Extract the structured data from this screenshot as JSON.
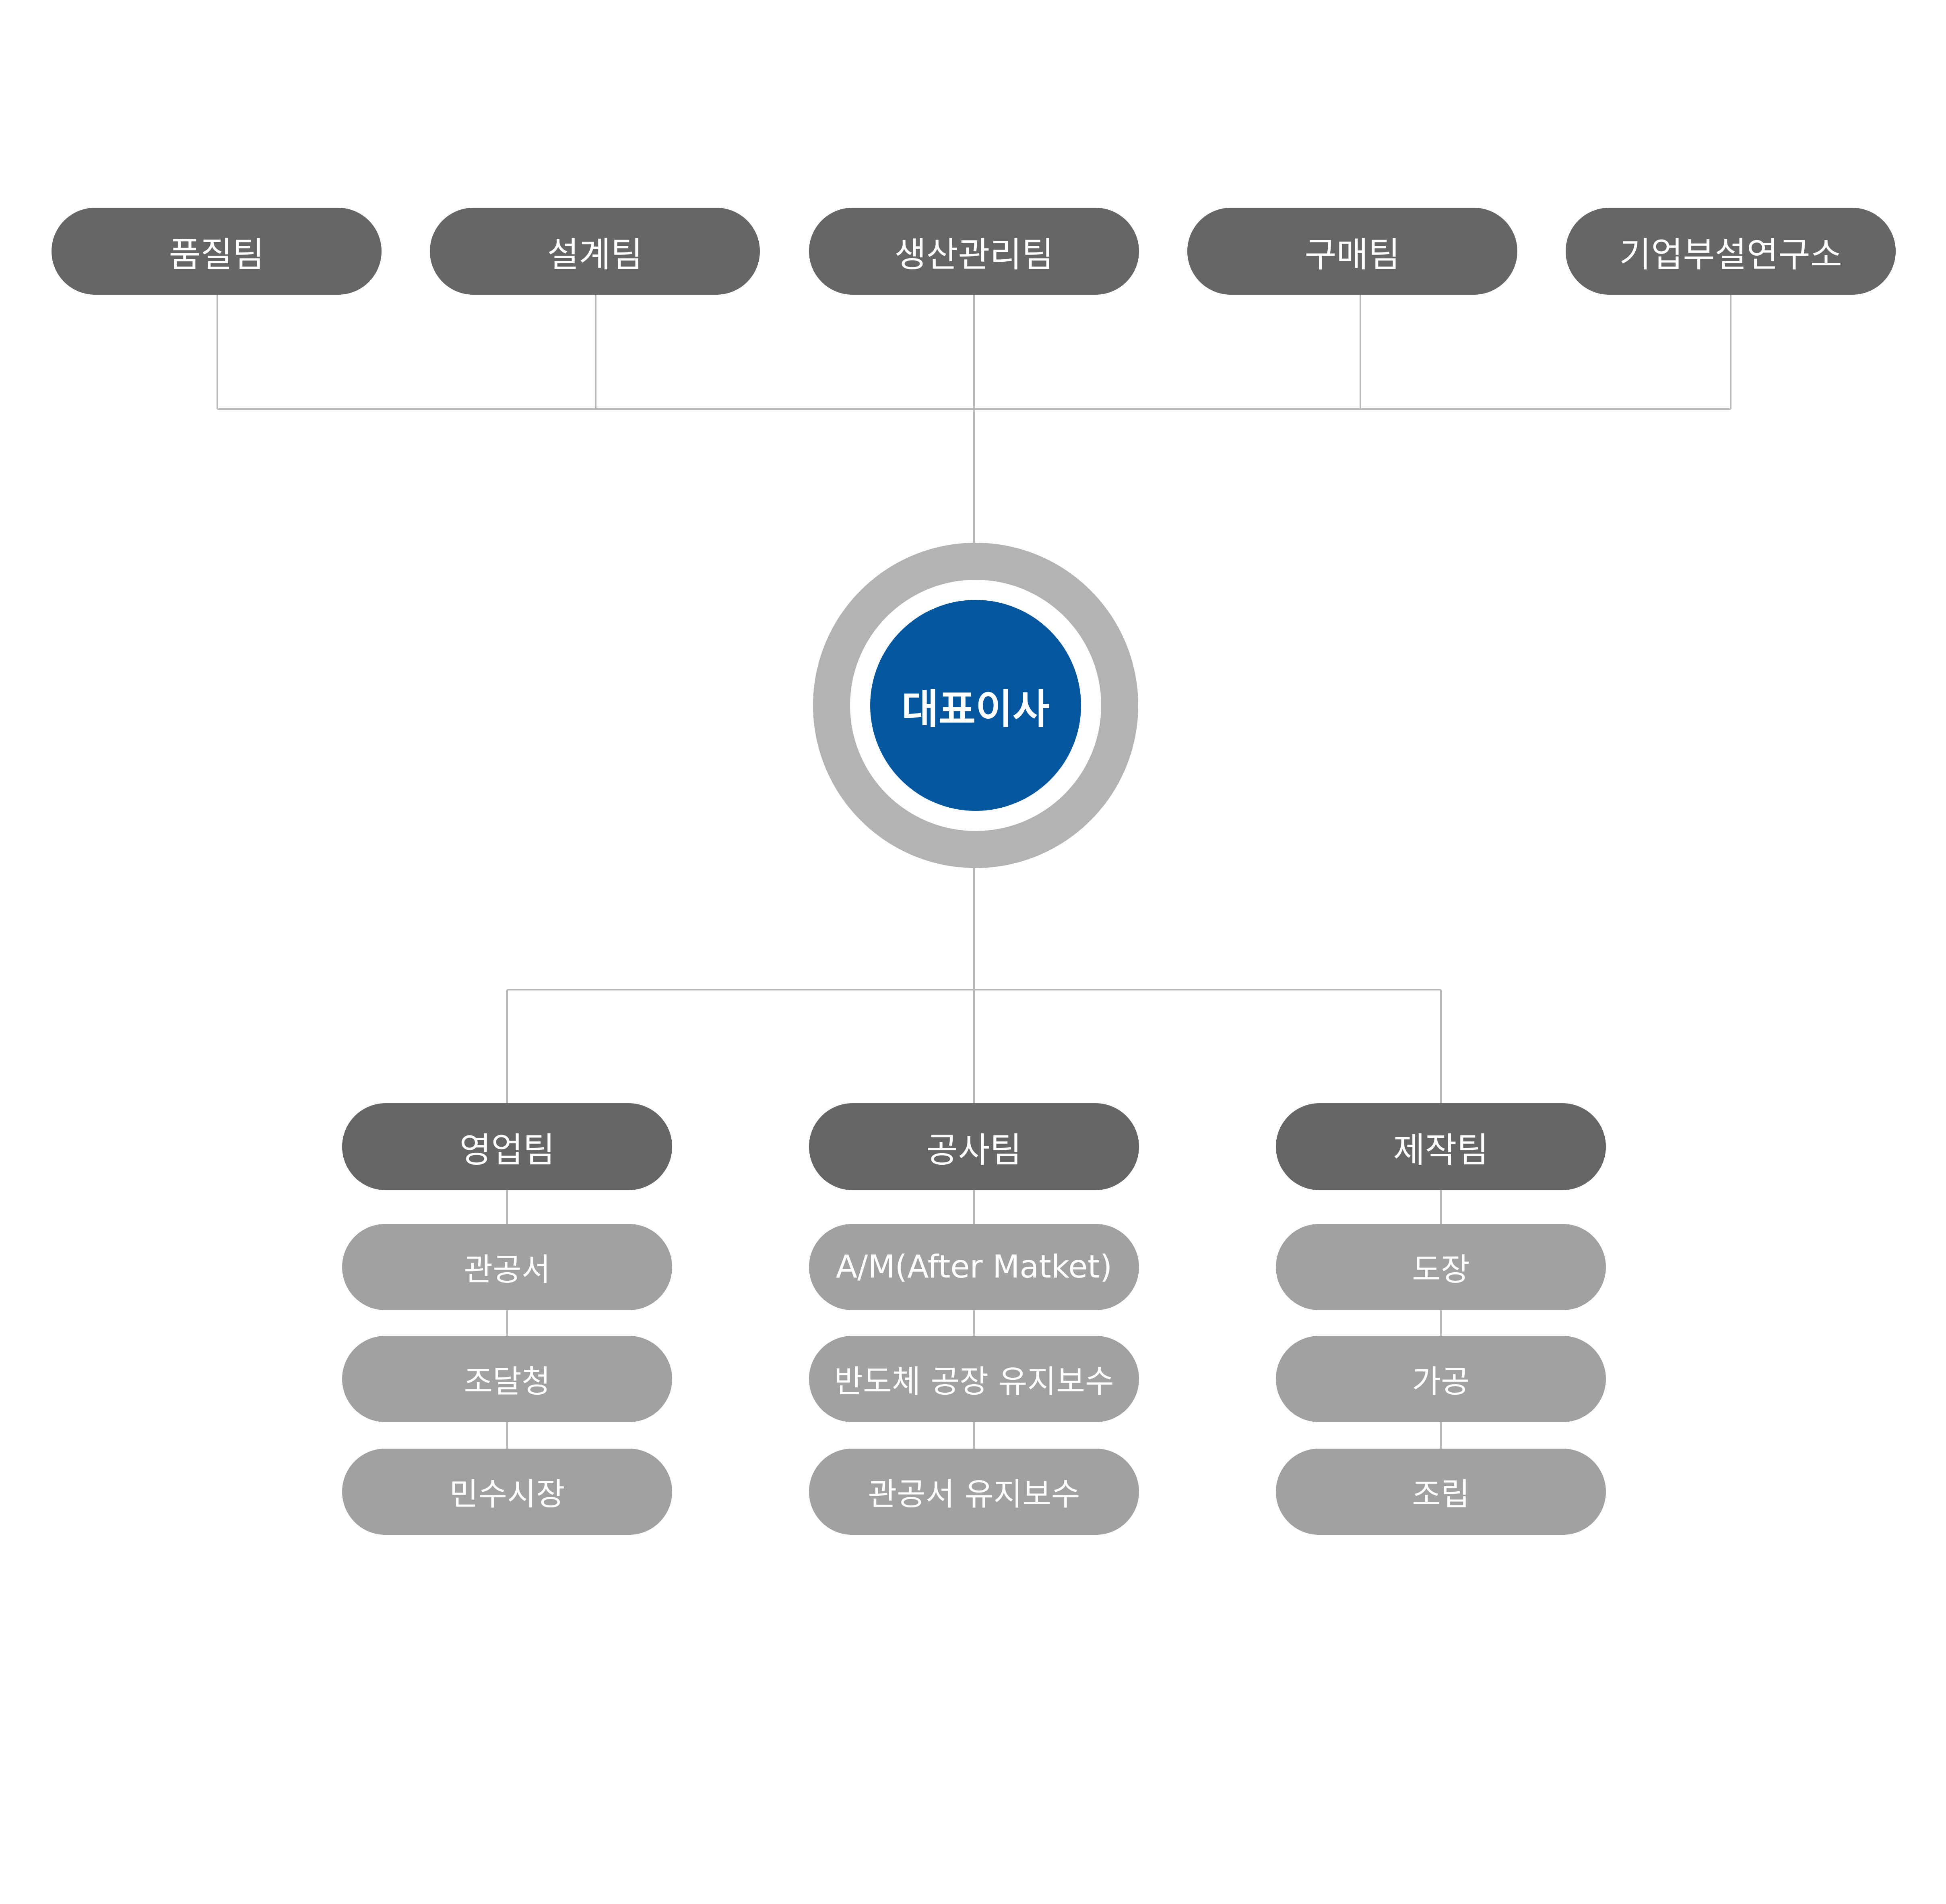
{
  "colors": {
    "background": "#ffffff",
    "dark_pill": "#666666",
    "light_pill": "#a0a1a1",
    "ceo_core": "#02579f",
    "ceo_outer_ring": "#b3b3b3",
    "connector_line": "#b8b8b8",
    "text": "#ffffff"
  },
  "ceo": {
    "label": "대표이사"
  },
  "top_teams": [
    {
      "label": "품질팀"
    },
    {
      "label": "설계팀"
    },
    {
      "label": "생산관리팀"
    },
    {
      "label": "구매팀"
    },
    {
      "label": "기업부설연구소"
    }
  ],
  "bottom_teams": [
    {
      "label": "영업팀",
      "items": [
        "관공서",
        "조달청",
        "민수시장"
      ]
    },
    {
      "label": "공사팀",
      "items": [
        "A/M(After Matket)",
        "반도체 공장 유지보수",
        "관공서 유지보수"
      ]
    },
    {
      "label": "제작팀",
      "items": [
        "도장",
        "가공",
        "조립"
      ]
    }
  ]
}
